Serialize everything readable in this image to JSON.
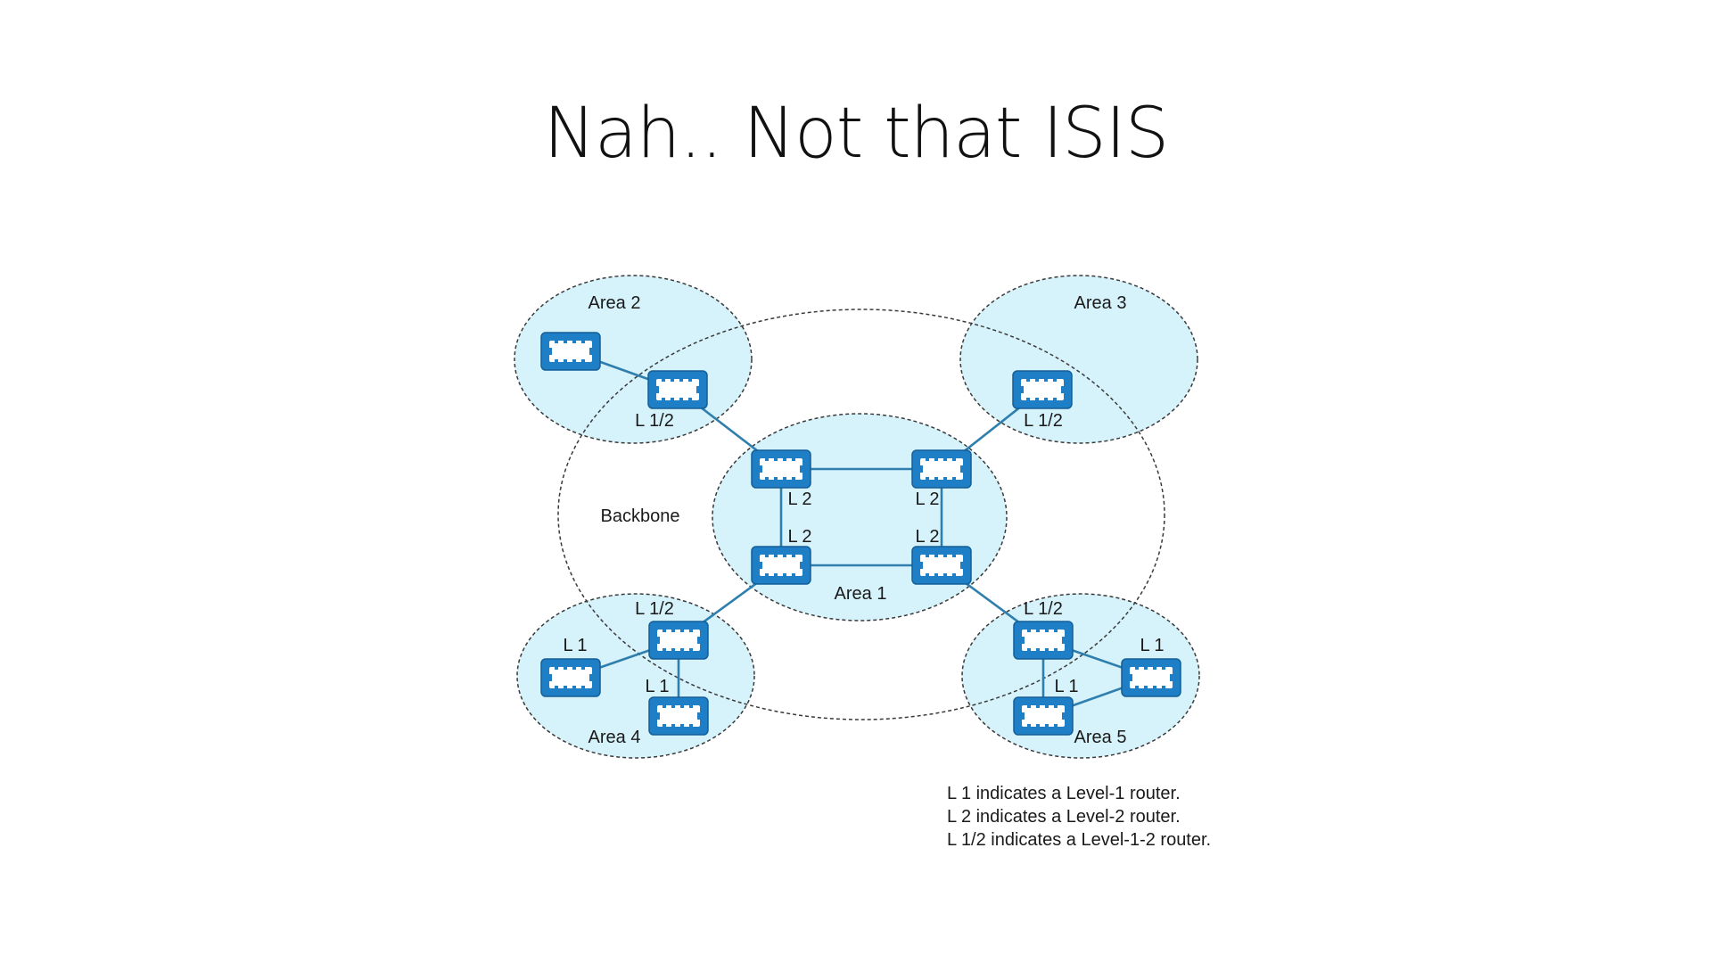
{
  "slide": {
    "title": "Nah.. Not that ISIS"
  },
  "diagram": {
    "areas": [
      {
        "id": "area2",
        "label": "Area 2"
      },
      {
        "id": "area3",
        "label": "Area 3"
      },
      {
        "id": "area1",
        "label": "Area 1"
      },
      {
        "id": "area4",
        "label": "Area 4"
      },
      {
        "id": "area5",
        "label": "Area 5"
      }
    ],
    "backbone_label": "Backbone",
    "routers": [
      {
        "id": "a2-l1",
        "area": "Area 2",
        "label": ""
      },
      {
        "id": "a2-l12",
        "area": "Area 2",
        "label": "L 1/2"
      },
      {
        "id": "a3-l12",
        "area": "Area 3",
        "label": "L 1/2"
      },
      {
        "id": "a1-tl",
        "area": "Area 1",
        "label": "L 2"
      },
      {
        "id": "a1-tr",
        "area": "Area 1",
        "label": "L 2"
      },
      {
        "id": "a1-bl",
        "area": "Area 1",
        "label": "L 2"
      },
      {
        "id": "a1-br",
        "area": "Area 1",
        "label": "L 2"
      },
      {
        "id": "a4-l12",
        "area": "Area 4",
        "label": "L 1/2"
      },
      {
        "id": "a4-l1a",
        "area": "Area 4",
        "label": "L 1"
      },
      {
        "id": "a4-l1b",
        "area": "Area 4",
        "label": "L 1"
      },
      {
        "id": "a5-l12",
        "area": "Area 5",
        "label": "L 1/2"
      },
      {
        "id": "a5-l1a",
        "area": "Area 5",
        "label": "L 1"
      },
      {
        "id": "a5-l1b",
        "area": "Area 5",
        "label": "L 1"
      }
    ],
    "links": [
      [
        "a2-l1",
        "a2-l12"
      ],
      [
        "a2-l12",
        "a1-tl"
      ],
      [
        "a3-l12",
        "a1-tr"
      ],
      [
        "a1-tl",
        "a1-tr"
      ],
      [
        "a1-tl",
        "a1-bl"
      ],
      [
        "a1-tr",
        "a1-br"
      ],
      [
        "a1-bl",
        "a1-br"
      ],
      [
        "a1-bl",
        "a4-l12"
      ],
      [
        "a4-l12",
        "a4-l1a"
      ],
      [
        "a4-l12",
        "a4-l1b"
      ],
      [
        "a1-br",
        "a5-l12"
      ],
      [
        "a5-l12",
        "a5-l1a"
      ],
      [
        "a5-l12",
        "a5-l1b"
      ],
      [
        "a5-l1a",
        "a5-l1b"
      ]
    ],
    "legend": [
      "L 1 indicates a Level-1 router.",
      "L 2 indicates a Level-2 router.",
      "L 1/2 indicates a Level-1-2 router."
    ],
    "colors": {
      "area_fill": "#d6f2fb",
      "router": "#1f7fc6",
      "link": "#2f7fae"
    }
  }
}
